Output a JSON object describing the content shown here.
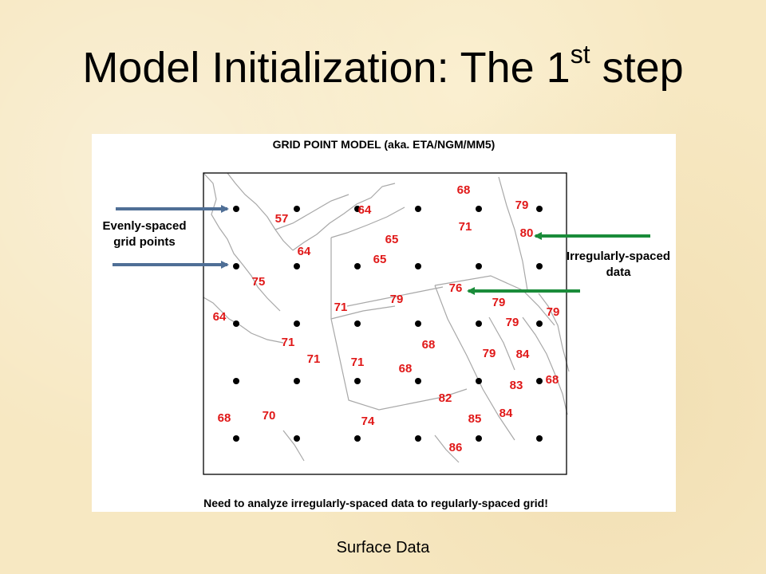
{
  "slide": {
    "title_main": "Model Initialization: The 1",
    "title_sup": "st",
    "title_end": " step",
    "caption": "Surface Data"
  },
  "figure": {
    "title": "GRID POINT MODEL (aka. ETA/NGM/MM5)",
    "footer": "Need to analyze irregularly-spaced data to regularly-spaced grid!",
    "label_left_line1": "Evenly-spaced",
    "label_left_line2": "grid points",
    "label_right_line1": "Irregularly-spaced",
    "label_right_line2": "data",
    "colors": {
      "obs_text": "#e01818",
      "grid_dot": "#000000",
      "map_lines": "#a8a8a8",
      "arrow_blue": "#4f6f96",
      "arrow_green": "#1a8c3a"
    },
    "grid_rows": 5,
    "grid_cols": 6,
    "observations": [
      "57",
      "64",
      "68",
      "79",
      "71",
      "80",
      "65",
      "64",
      "65",
      "75",
      "79",
      "76",
      "79",
      "71",
      "79",
      "79",
      "64",
      "71",
      "68",
      "71",
      "71",
      "68",
      "79",
      "84",
      "68",
      "83",
      "82",
      "70",
      "74",
      "85",
      "84",
      "68",
      "86"
    ]
  }
}
